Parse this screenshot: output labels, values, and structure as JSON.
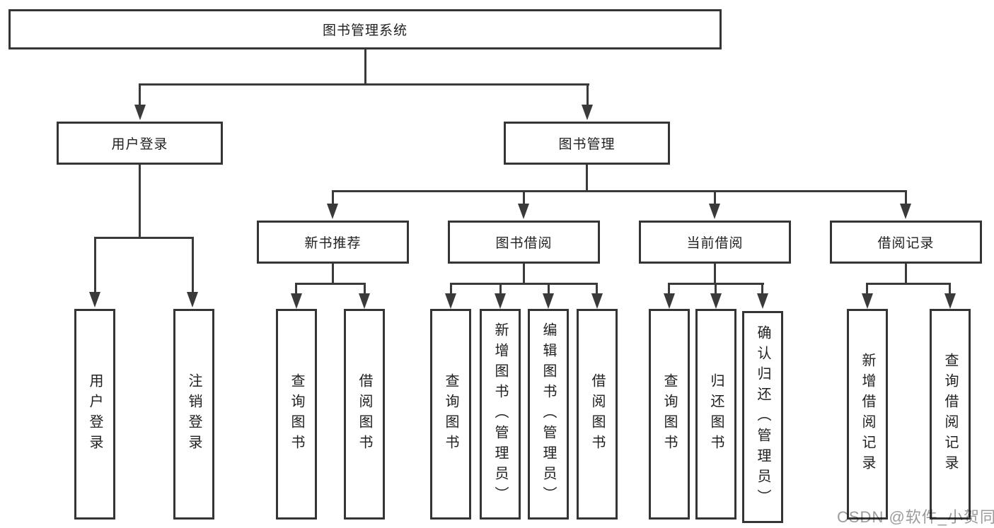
{
  "diagram": {
    "title": "图书管理系统",
    "nodes": {
      "root": "图书管理系统",
      "user_login": "用户登录",
      "book_management": "图书管理",
      "new_book_recommend": "新书推荐",
      "book_borrowing": "图书借阅",
      "current_borrowing": "当前借阅",
      "borrowing_records": "借阅记录",
      "leaf_user_login": "用户登录",
      "leaf_logout": "注销登录",
      "leaf_rec_query_books": "查询图书",
      "leaf_rec_borrow_books": "借阅图书",
      "leaf_bb_query_books": "查询图书",
      "leaf_bb_add_books_admin": "新增图书（管理员）",
      "leaf_bb_edit_books_admin": "编辑图书（管理员）",
      "leaf_bb_borrow_books": "借阅图书",
      "leaf_cb_query_books": "查询图书",
      "leaf_cb_return_books": "归还图书",
      "leaf_cb_confirm_return_admin": "确认归还（管理员）",
      "leaf_br_add_record": "新增借阅记录",
      "leaf_br_query_record": "查询借阅记录"
    },
    "colors": {
      "line": "#3a3a3a",
      "box_border": "#353535",
      "text": "#212121",
      "background": "#ffffff",
      "watermark": "#9b9b9b"
    }
  },
  "watermark": {
    "text": "CSDN @软件_小贺同学"
  }
}
